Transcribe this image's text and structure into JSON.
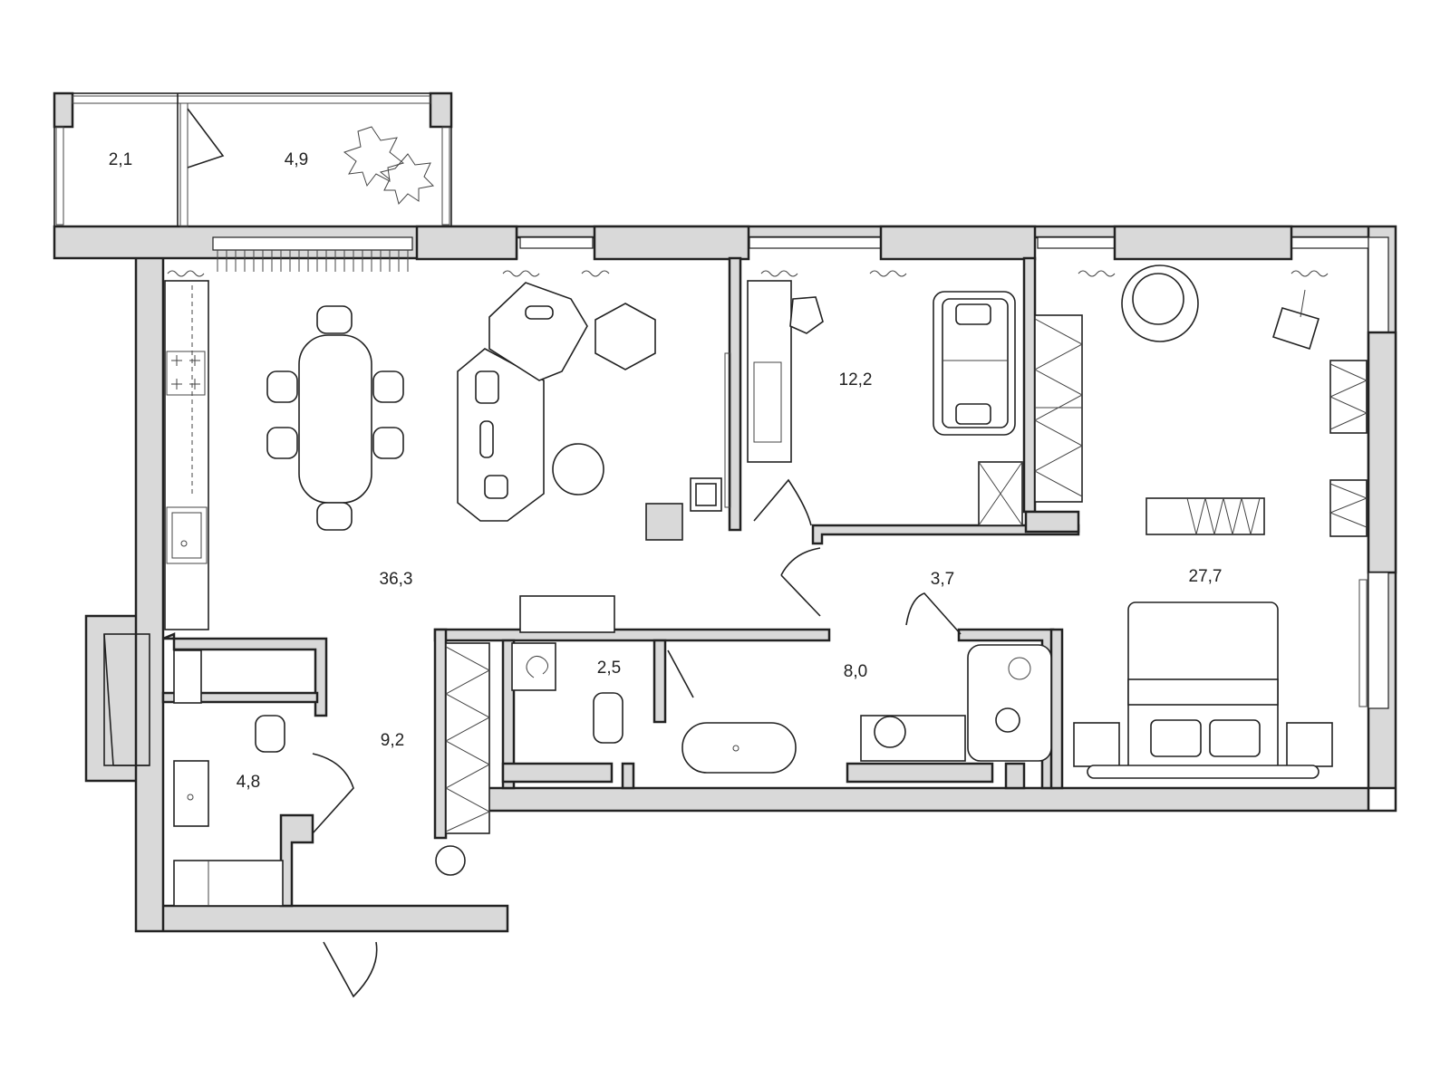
{
  "plan": {
    "rooms": [
      {
        "key": "balcony_small",
        "label": "2,1"
      },
      {
        "key": "balcony_large",
        "label": "4,9"
      },
      {
        "key": "living_kitchen",
        "label": "36,3"
      },
      {
        "key": "office",
        "label": "12,2"
      },
      {
        "key": "bedroom",
        "label": "27,7"
      },
      {
        "key": "hall_corridor",
        "label": "3,7"
      },
      {
        "key": "toilet",
        "label": "2,5"
      },
      {
        "key": "bathroom",
        "label": "8,0"
      },
      {
        "key": "entrance_hall",
        "label": "9,2"
      },
      {
        "key": "bathroom_small",
        "label": "4,8"
      }
    ]
  }
}
